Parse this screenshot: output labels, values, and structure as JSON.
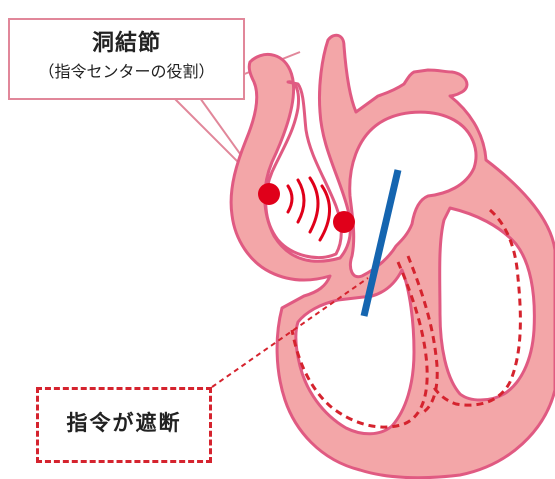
{
  "sinus_node_label": {
    "title": "洞結節",
    "subtitle": "（指令センターの役割）"
  },
  "block_label": {
    "title": "指令が遮断"
  },
  "colors": {
    "heart_fill": "#f3a6a8",
    "heart_outline": "#e05a82",
    "signal_red": "#e0001a",
    "block_bar": "#1565b0",
    "callout_pink": "#e1879a",
    "dashed_red": "#d5232e"
  }
}
